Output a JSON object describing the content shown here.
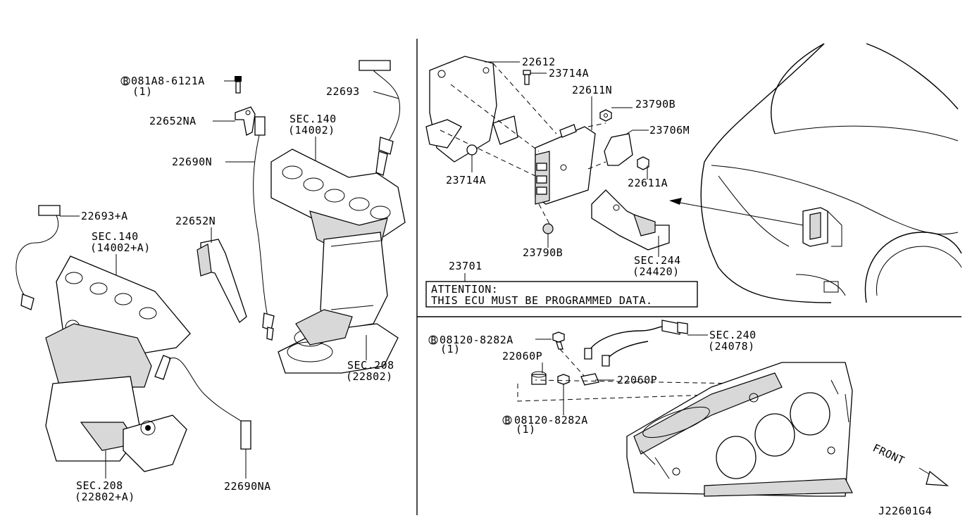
{
  "diagram_id": "J22601G4",
  "left_panel": {
    "labels": {
      "bolt_a": "081A8-6121A",
      "bolt_a_qty": "(1)",
      "bracket_na": "22652NA",
      "sensor_22690n": "22690N",
      "sec140_right": "SEC.140",
      "sec140_right_code": "(14002)",
      "sensor_22693": "22693",
      "sensor_22693a": "22693+A",
      "sec140_left": "SEC.140",
      "sec140_left_code": "(14002+A)",
      "bracket_n": "22652N",
      "sec208_right": "SEC.208",
      "sec208_right_code": "(22802)",
      "sec208_left": "SEC.208",
      "sec208_left_code": "(22802+A)",
      "sensor_22690na": "22690NA"
    }
  },
  "ecu_panel": {
    "labels": {
      "bracket_22612": "22612",
      "bolt_23714a_top": "23714A",
      "ecu_22611n": "22611N",
      "nut_23790b_top": "23790B",
      "bracket_23706m": "23706M",
      "bolt_23714a_left": "23714A",
      "bolt_22611a": "22611A",
      "nut_23790b_bottom": "23790B",
      "sec244": "SEC.244",
      "sec244_code": "(24420)",
      "ecu_assembly": "23701"
    },
    "attention": {
      "line1": "ATTENTION:",
      "line2": "THIS ECU MUST BE PROGRAMMED DATA."
    }
  },
  "bottom_panel": {
    "labels": {
      "bolt_top": "08120-8282A",
      "bolt_top_qty": "(1)",
      "sec240": "SEC.240",
      "sec240_code": "(24078)",
      "sensor_left": "22060P",
      "sensor_right": "22060P",
      "bolt_bottom": "08120-8282A",
      "bolt_bottom_qty": "(1)",
      "front": "FRONT"
    }
  },
  "circled_letter": "B"
}
